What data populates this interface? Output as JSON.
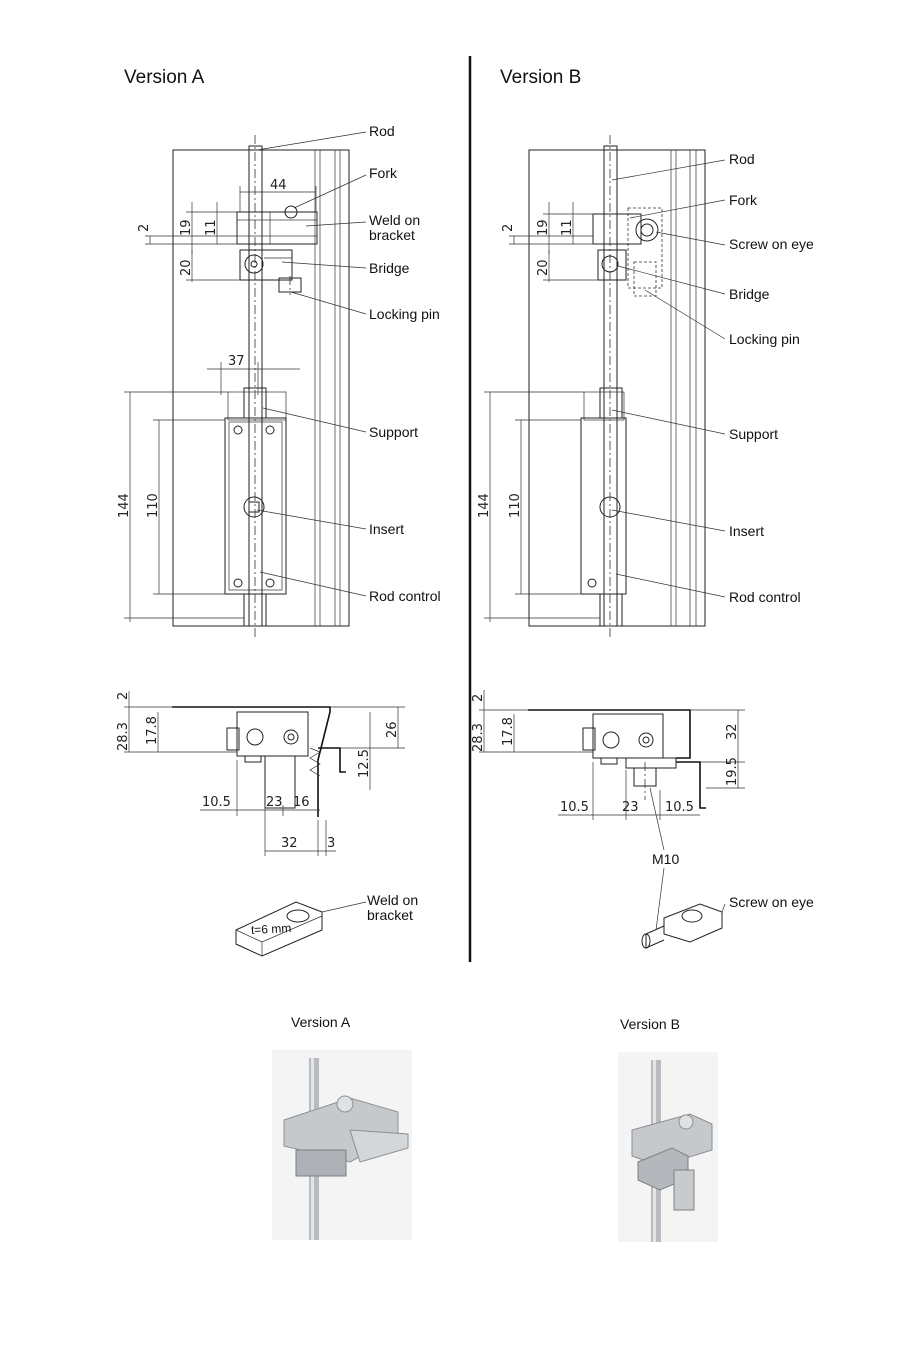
{
  "versions": {
    "a": {
      "title": "Version A",
      "labels": {
        "rod": "Rod",
        "fork": "Fork",
        "weld": "Weld on\nbracket",
        "bridge": "Bridge",
        "locking_pin": "Locking pin",
        "support": "Support",
        "insert": "Insert",
        "rod_control": "Rod control"
      },
      "dims": {
        "d44": "44",
        "d2": "2",
        "d19": "19",
        "d11": "11",
        "d20": "20",
        "d37": "37",
        "d144": "144",
        "d110": "110",
        "s2": "2",
        "s28_3": "28.3",
        "s17_8": "17.8",
        "s26": "26",
        "s12_5": "12.5",
        "s10_5": "10.5",
        "s23": "23",
        "s16": "16",
        "s32": "32",
        "s3": "3"
      },
      "bracket_label": "Weld on\nbracket",
      "bracket_note": "t=6 mm"
    },
    "b": {
      "title": "Version B",
      "labels": {
        "rod": "Rod",
        "fork": "Fork",
        "screw_eye": "Screw on eye",
        "bridge": "Bridge",
        "locking_pin": "Locking pin",
        "support": "Support",
        "insert": "Insert",
        "rod_control": "Rod control"
      },
      "dims": {
        "d2": "2",
        "d19": "19",
        "d11": "11",
        "d20": "20",
        "d144": "144",
        "d110": "110",
        "s2": "2",
        "s28_3": "28.3",
        "s17_8": "17.8",
        "s32": "32",
        "s19_5": "19.5",
        "s10_5": "10.5",
        "s23": "23",
        "s10_5b": "10.5"
      },
      "thread_label": "M10",
      "eye_label": "Screw on eye"
    }
  },
  "photos": {
    "a_title": "Version A",
    "b_title": "Version B"
  }
}
